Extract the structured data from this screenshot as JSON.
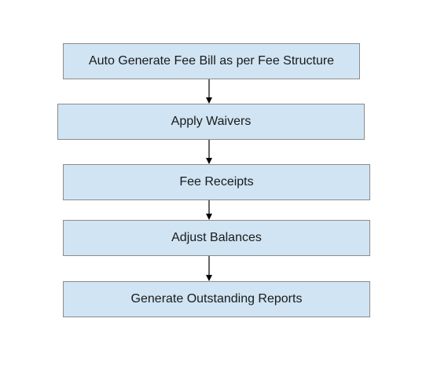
{
  "diagram": {
    "steps": [
      {
        "label": "Auto Generate Fee Bill as per Fee Structure"
      },
      {
        "label": "Apply Waivers"
      },
      {
        "label": "Fee Receipts"
      },
      {
        "label": "Adjust Balances"
      },
      {
        "label": "Generate Outstanding Reports"
      }
    ],
    "colors": {
      "box_fill": "#d0e4f3",
      "box_border": "#8c8c8c",
      "arrow": "#000000",
      "text": "#1a1a1a"
    }
  }
}
